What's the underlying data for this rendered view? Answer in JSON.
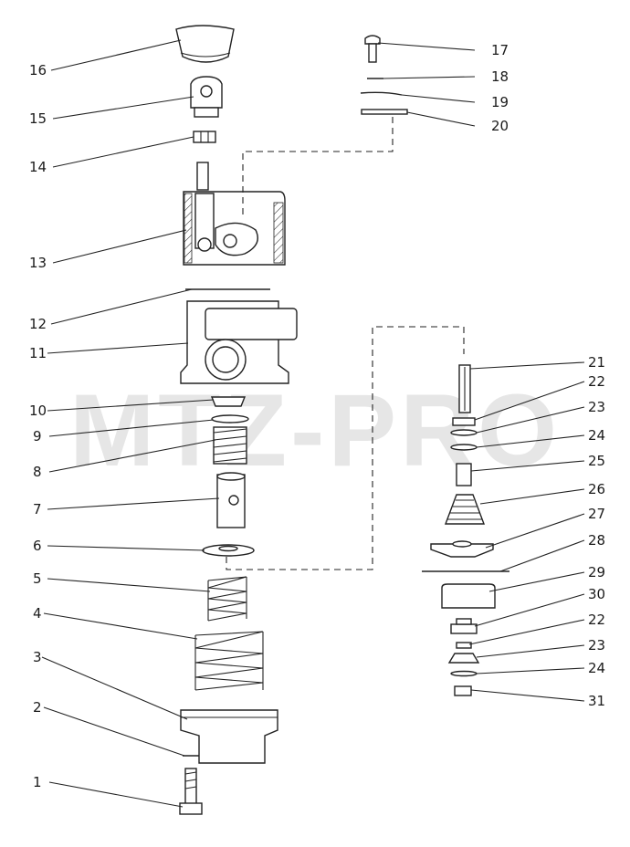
{
  "watermark": "MTZ-PRO",
  "callouts": [
    "1",
    "2",
    "3",
    "4",
    "5",
    "6",
    "7",
    "8",
    "9",
    "10",
    "11",
    "12",
    "13",
    "14",
    "15",
    "16",
    "17",
    "18",
    "19",
    "20",
    "21",
    "22",
    "23",
    "24",
    "25",
    "26",
    "27",
    "28",
    "29",
    "30",
    "22",
    "23",
    "24",
    "31"
  ]
}
